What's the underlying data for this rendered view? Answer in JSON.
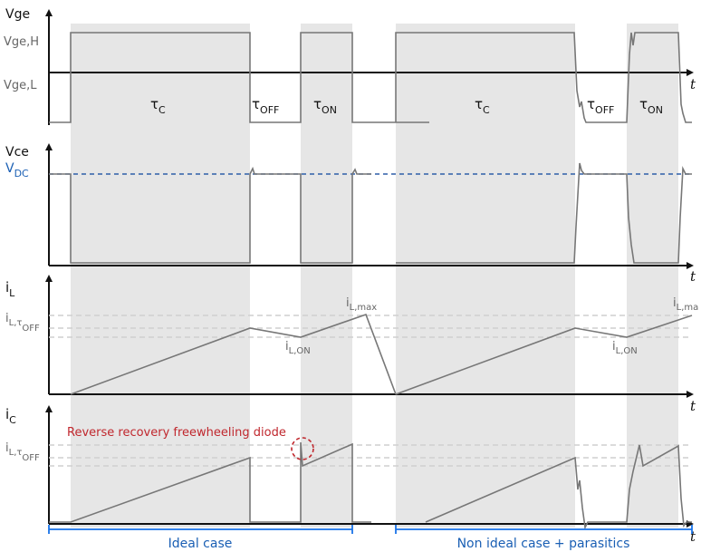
{
  "colors": {
    "shade": "#e6e6e6",
    "waveform": "#777777",
    "axis": "#111111",
    "vdc_dash": "#2f5fa8",
    "ref_dash": "#cfcfcf",
    "annotation": "#c0272d",
    "bracket": "#1a73e8"
  },
  "panels": {
    "vge": {
      "y_label": "Vge",
      "level_high": "Vge,H",
      "level_low": "Vge,L",
      "time_axis": "t",
      "interval_labels": [
        {
          "tau": "τ",
          "sub": "C"
        },
        {
          "tau": "τ",
          "sub": "OFF"
        },
        {
          "tau": "τ",
          "sub": "ON"
        },
        {
          "tau": "τ",
          "sub": "C"
        },
        {
          "tau": "τ",
          "sub": "OFF"
        },
        {
          "tau": "τ",
          "sub": "ON"
        }
      ]
    },
    "vce": {
      "y_label": "Vce",
      "vdc_main": "V",
      "vdc_sub": "DC",
      "time_axis": "t"
    },
    "il": {
      "y_main": "i",
      "y_sub": "L",
      "level_main": "i",
      "level_sub": "L,τ",
      "level_subsub": "OFF",
      "max_main": "i",
      "max_sub": "L,max",
      "max2_sub": "L,ma",
      "on_main": "i",
      "on_sub": "L,ON",
      "time_axis": "t"
    },
    "ic": {
      "y_main": "i",
      "y_sub": "C",
      "level_main": "i",
      "level_sub": "L,τ",
      "level_subsub": "OFF",
      "annotation": "Reverse recovery freewheeling diode",
      "time_axis": "t"
    }
  },
  "brackets": {
    "ideal": "Ideal case",
    "nonideal": "Non ideal case + parasitics"
  }
}
